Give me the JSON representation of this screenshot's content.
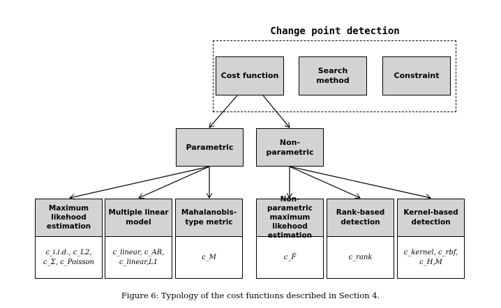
{
  "diagram": {
    "title": "Change point detection",
    "top_boxes": [
      "Cost function",
      "Search method",
      "Constraint"
    ],
    "mid_boxes": [
      "Parametric",
      "Non-parametric"
    ],
    "leaves": [
      {
        "head": "Maximum likehood estimation",
        "body": "c_i.i.d., c_L2, c_Σ, c_Poisson"
      },
      {
        "head": "Multiple linear model",
        "body": "c_linear, c_AR, c_linear,L1"
      },
      {
        "head": "Mahalanobis-type metric",
        "body": "c_M"
      },
      {
        "head": "Non-parametric maximum likehood estimation",
        "body": "c_F̂"
      },
      {
        "head": "Rank-based detection",
        "body": "c_rank"
      },
      {
        "head": "Kernel-based detection",
        "body": "c_kernel, c_rbf, c_H,M"
      }
    ]
  },
  "caption": "Figure 6: Typology of the cost functions described in Section 4."
}
